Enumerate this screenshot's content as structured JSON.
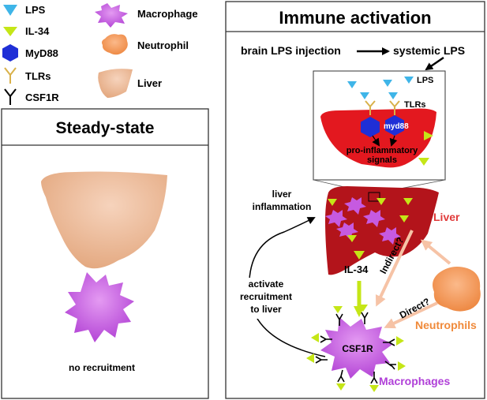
{
  "legend": {
    "lps": "LPS",
    "il34": "IL-34",
    "myd88": "MyD88",
    "tlrs": "TLRs",
    "csf1r": "CSF1R",
    "macrophage": "Macrophage",
    "neutrophil": "Neutrophil",
    "liver": "Liver"
  },
  "steady_state": {
    "title": "Steady-state",
    "caption": "no recruitment"
  },
  "immune": {
    "title": "Immune activation",
    "flow_start": "brain LPS injection",
    "flow_end": "systemic LPS",
    "inset": {
      "lps": "LPS",
      "tlrs": "TLRs",
      "myd88": "myd88",
      "signals_line1": "pro-inflammatory",
      "signals_line2": "signals"
    },
    "liver_inflammation_line1": "liver",
    "liver_inflammation_line2": "inflammation",
    "liver_label": "Liver",
    "il34_label": "IL-34",
    "indirect": "Indirect?",
    "direct": "Direct?",
    "neutrophils": "Neutrophils",
    "activate_line1": "activate",
    "activate_line2": "recruitment",
    "activate_line3": "to liver",
    "csf1r": "CSF1R",
    "macrophages": "Macrophages"
  },
  "colors": {
    "lps": "#3fb5e8",
    "il34": "#c5e617",
    "myd88": "#1f2fd6",
    "tlr": "#d9b14a",
    "macrophage": "#c65ae0",
    "neutrophil": "#f59a5a",
    "liver_steady": "#e9b590",
    "liver_inflamed": "#b3141b",
    "inset_red": "#e3181f",
    "liver_text": "#e03a3a",
    "neutrophil_text": "#f08a3a",
    "macrophage_text": "#b040d8",
    "arrow_peach": "#f6c3a6"
  }
}
